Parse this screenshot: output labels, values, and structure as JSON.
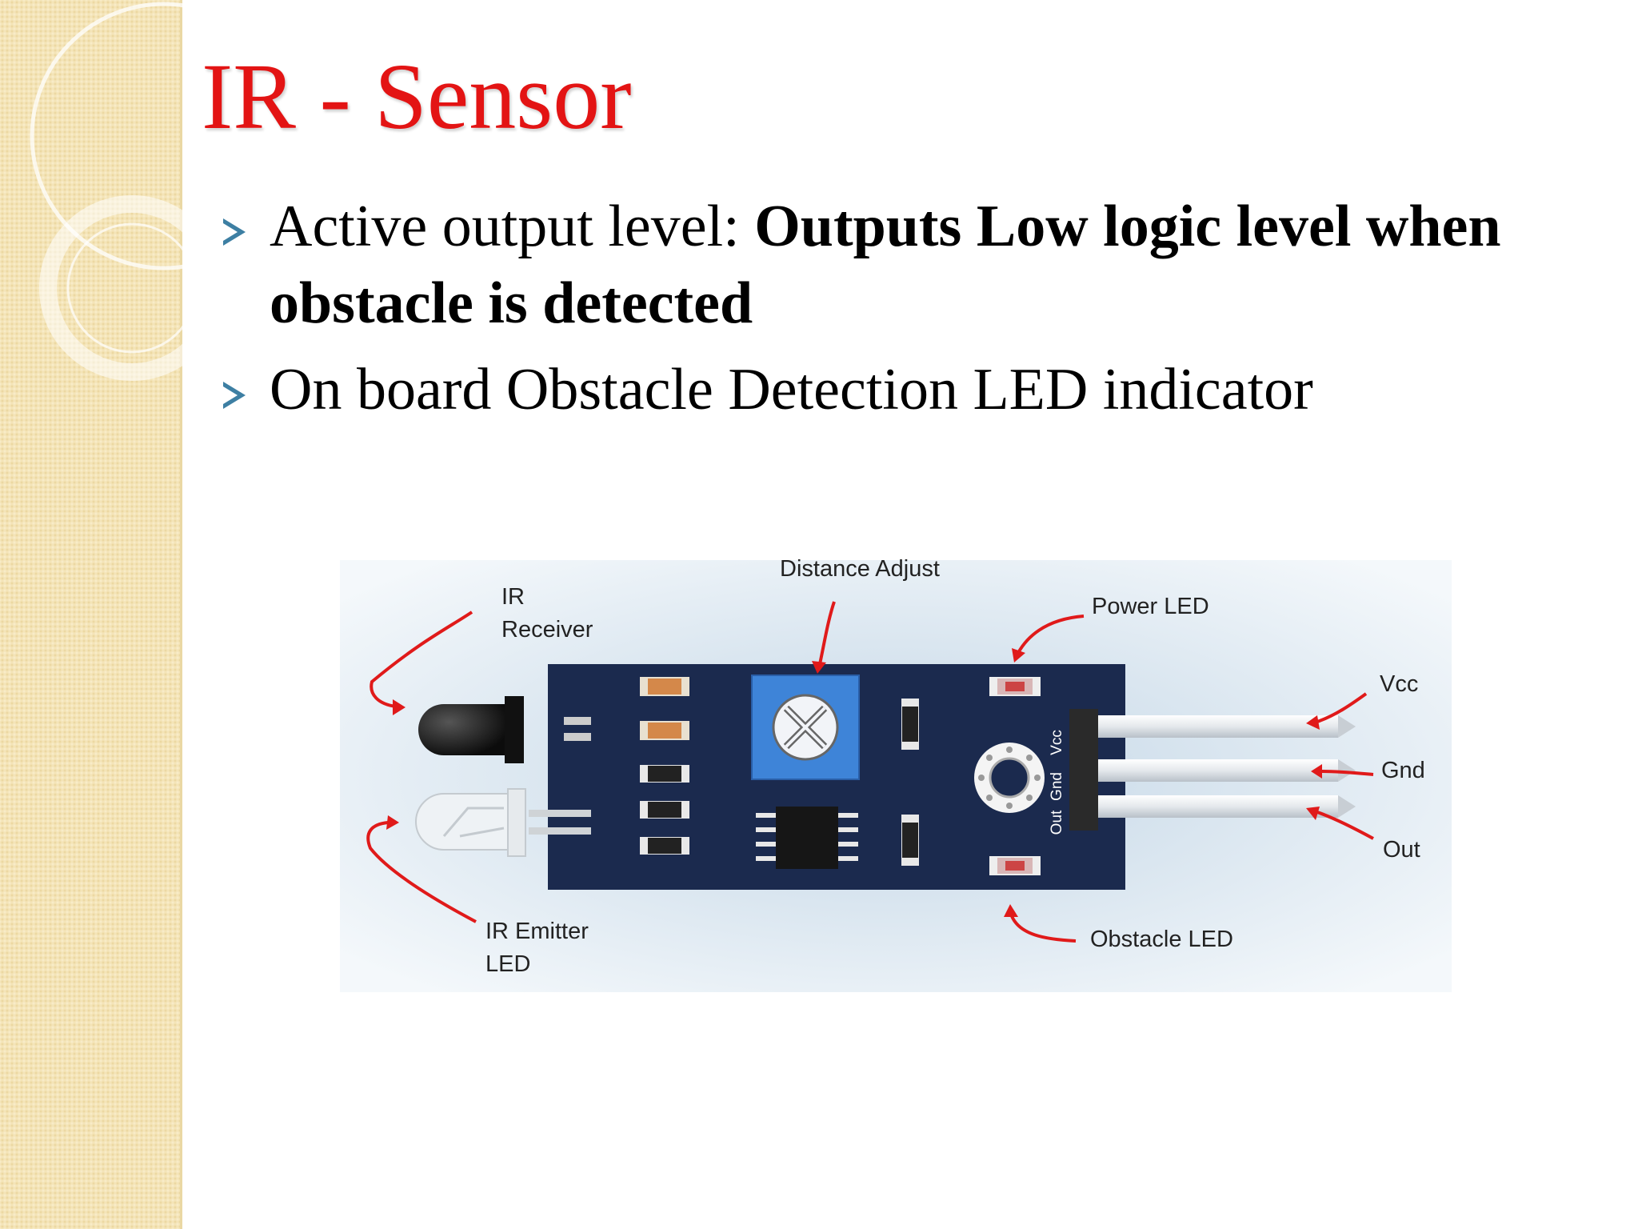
{
  "slide": {
    "title": "IR - Sensor",
    "bullets": [
      {
        "plain": "Active output level: ",
        "bold": "Outputs Low logic level when obstacle is detected"
      },
      {
        "plain": "On board Obstacle Detection LED indicator",
        "bold": ""
      }
    ]
  },
  "diagram": {
    "labels": {
      "ir_receiver_line1": "IR",
      "ir_receiver_line2": "Receiver",
      "distance_adjust": "Distance Adjust",
      "power_led": "Power LED",
      "vcc": "Vcc",
      "gnd": "Gnd",
      "out": "Out",
      "ir_emitter_line1": "IR Emitter",
      "ir_emitter_line2": "LED",
      "obstacle_led": "Obstacle LED"
    },
    "board_pin_labels": {
      "vcc": "Vcc",
      "gnd": "Gnd",
      "out": "Out"
    },
    "colors": {
      "board": "#1b2a4e",
      "potentiometer": "#3e84d8",
      "callout_arrow": "#e01a1a",
      "title": "#e31414",
      "bullet": "#3d7fa3"
    }
  }
}
